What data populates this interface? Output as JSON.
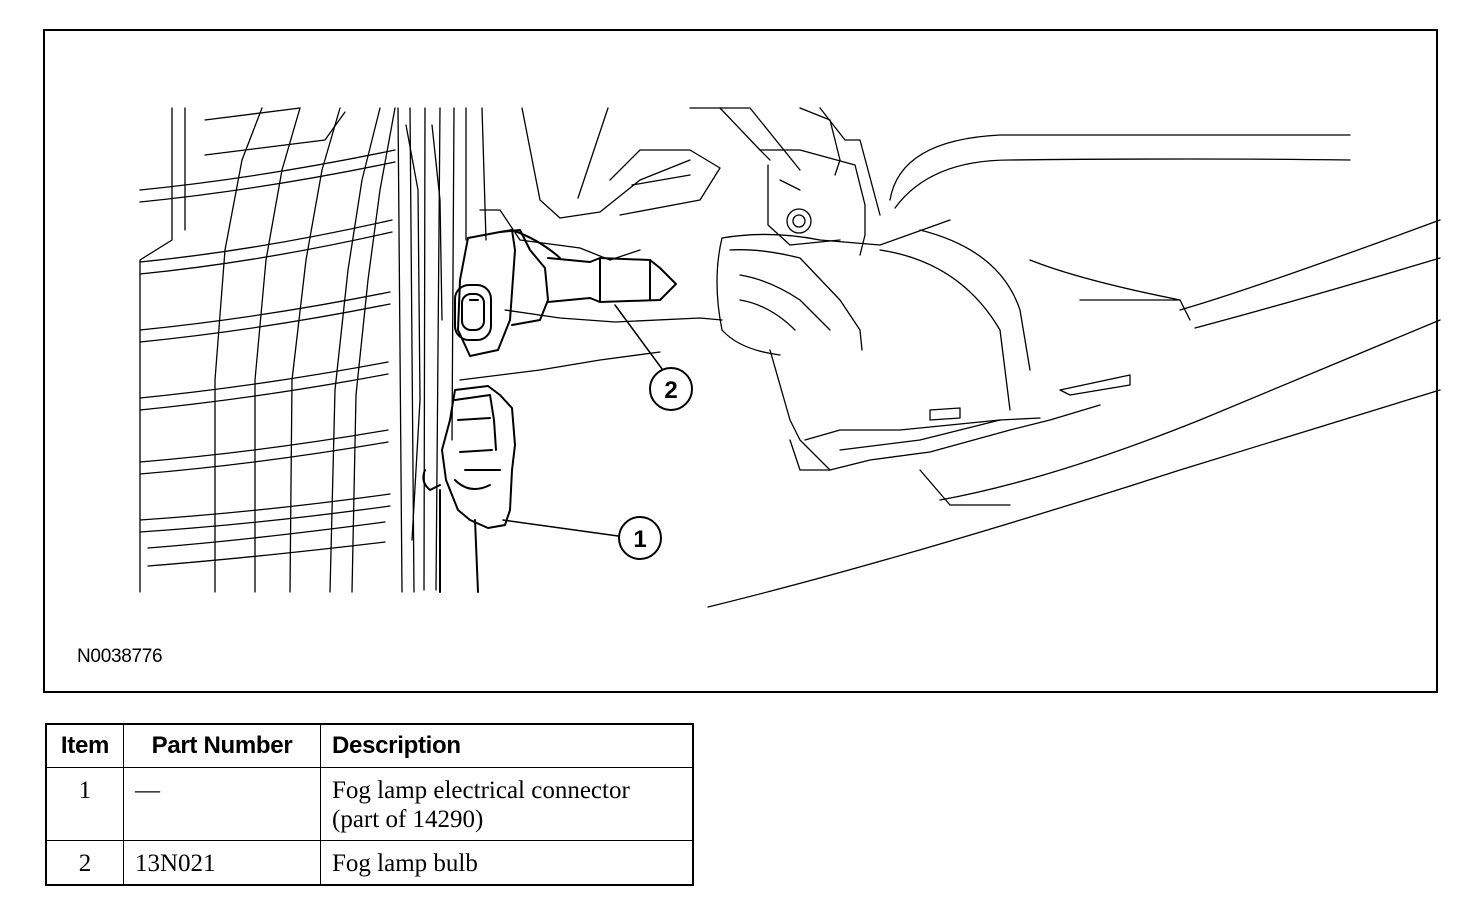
{
  "figure": {
    "figure_id": "N0038776",
    "callouts": [
      {
        "id": "callout-1",
        "label": "1"
      },
      {
        "id": "callout-2",
        "label": "2"
      }
    ]
  },
  "table": {
    "headers": {
      "item": "Item",
      "part_number": "Part Number",
      "description": "Description"
    },
    "rows": [
      {
        "item": "1",
        "part_number": "—",
        "description": "Fog lamp electrical connector (part of 14290)"
      },
      {
        "item": "2",
        "part_number": "13N021",
        "description": "Fog lamp bulb"
      }
    ]
  }
}
